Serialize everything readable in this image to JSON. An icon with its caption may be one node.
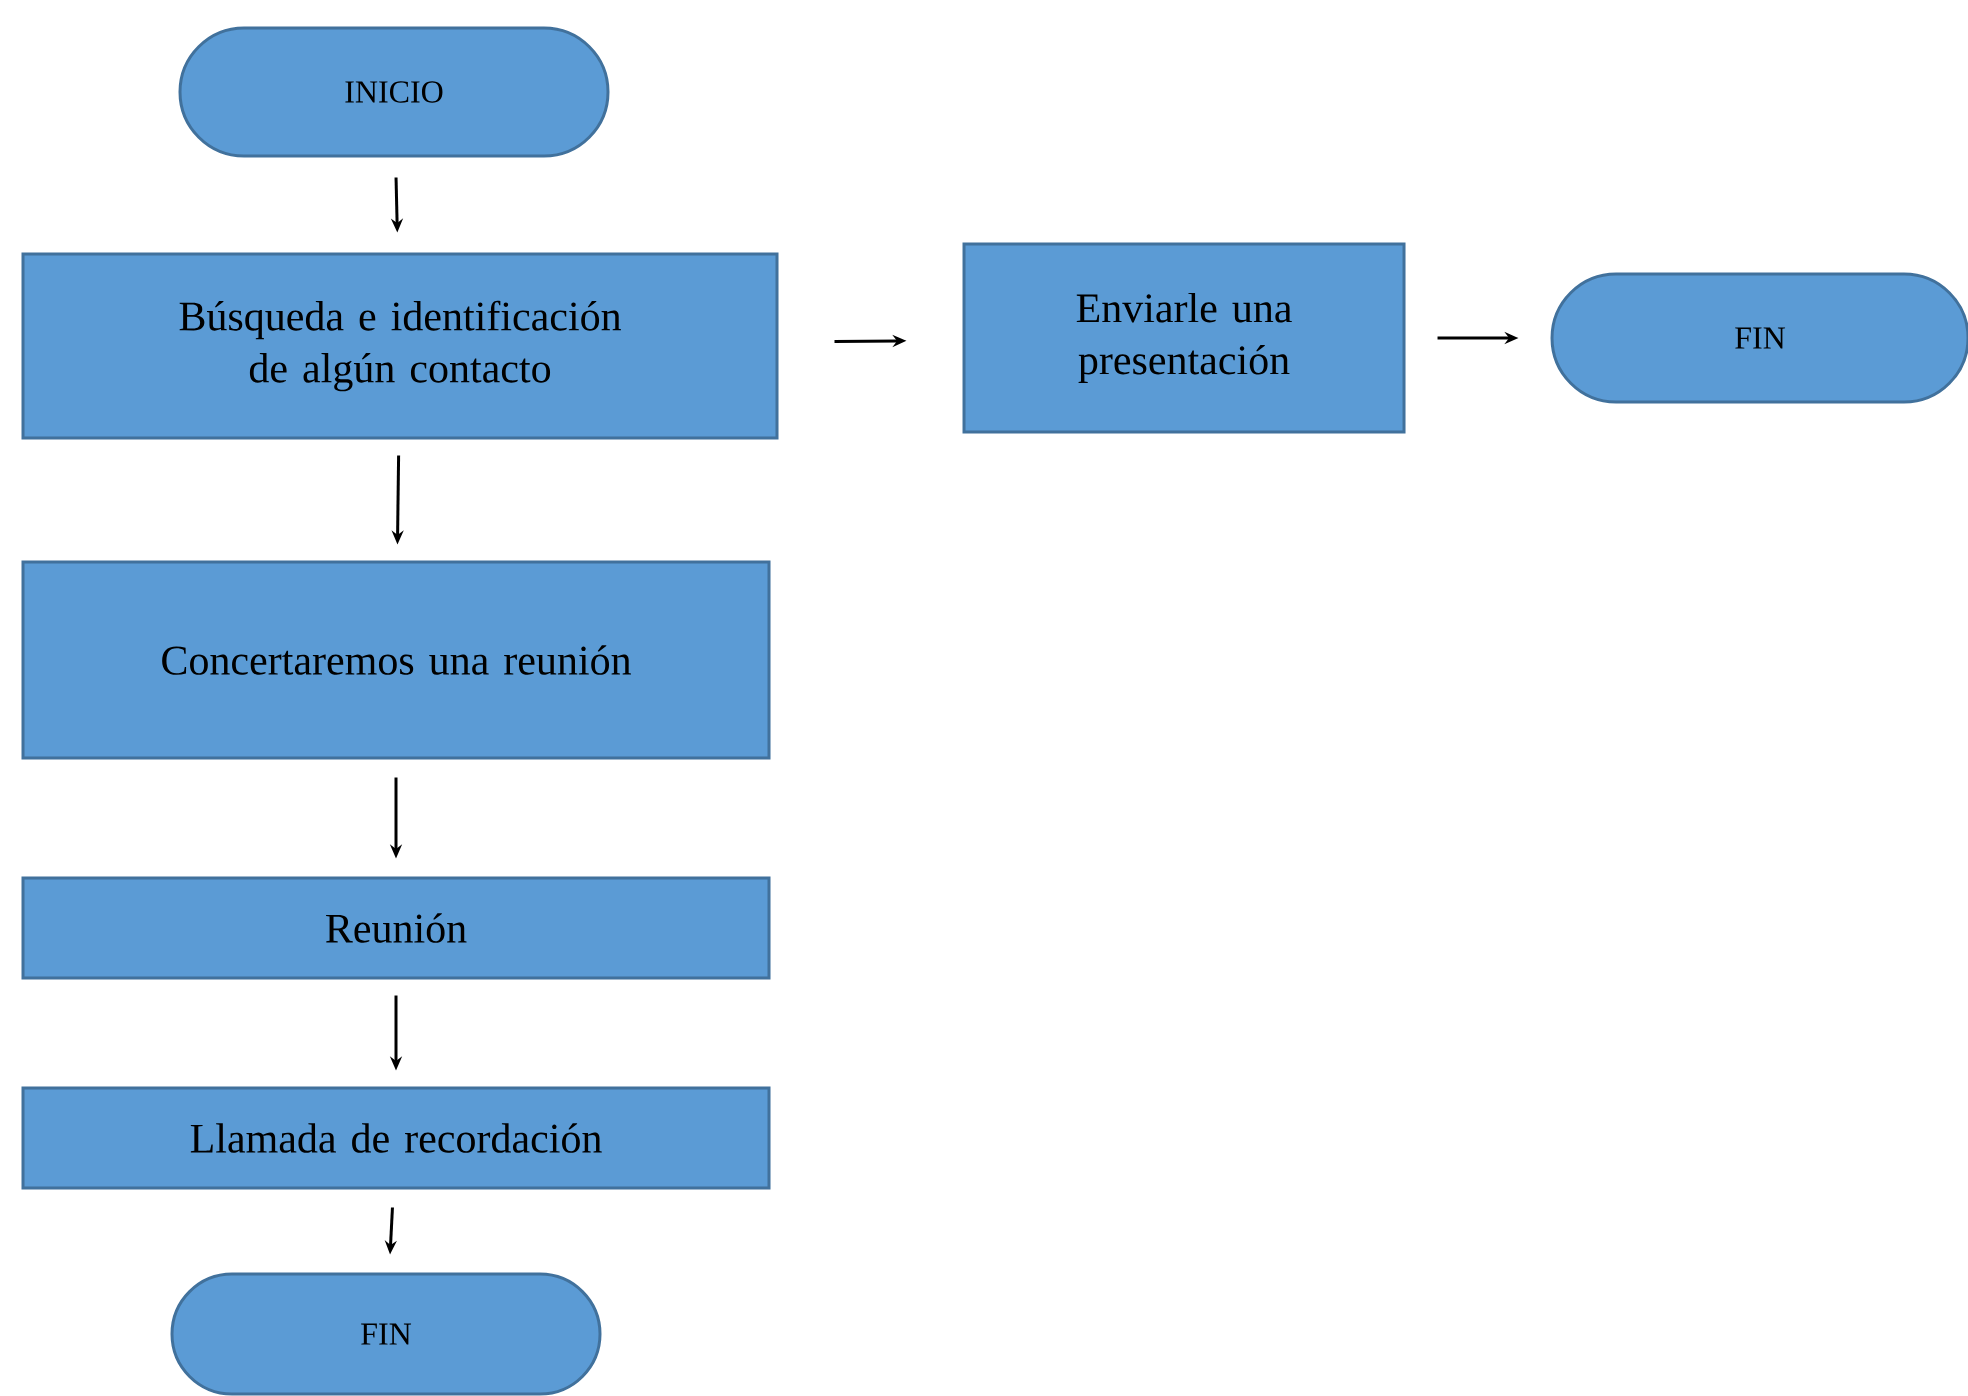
{
  "diagram": {
    "nodes": [
      {
        "text": [
          "INICIO"
        ]
      },
      {
        "text": [
          "Búsqueda e identificación de algún contacto"
        ]
      },
      {
        "text": [
          "Enviarle una presentación"
        ]
      },
      {
        "text": [
          "FIN"
        ]
      },
      {
        "text": [
          "Concertaremos una reunión"
        ]
      },
      {
        "text": [
          "Reunión"
        ]
      },
      {
        "text": [
          "Llamada de recordación"
        ]
      },
      {
        "text": [
          "FIN"
        ]
      }
    ],
    "edges": [
      {
        "from": 0,
        "to": 1,
        "arrow": "to"
      },
      {
        "from": 1,
        "to": 2,
        "arrow": "to"
      },
      {
        "from": 2,
        "to": 3,
        "arrow": "to"
      },
      {
        "from": 1,
        "to": 4,
        "arrow": "to"
      },
      {
        "from": 4,
        "to": 5,
        "arrow": "to"
      },
      {
        "from": 5,
        "to": 6,
        "arrow": "to"
      },
      {
        "from": 6,
        "to": 7,
        "arrow": "to"
      }
    ]
  }
}
